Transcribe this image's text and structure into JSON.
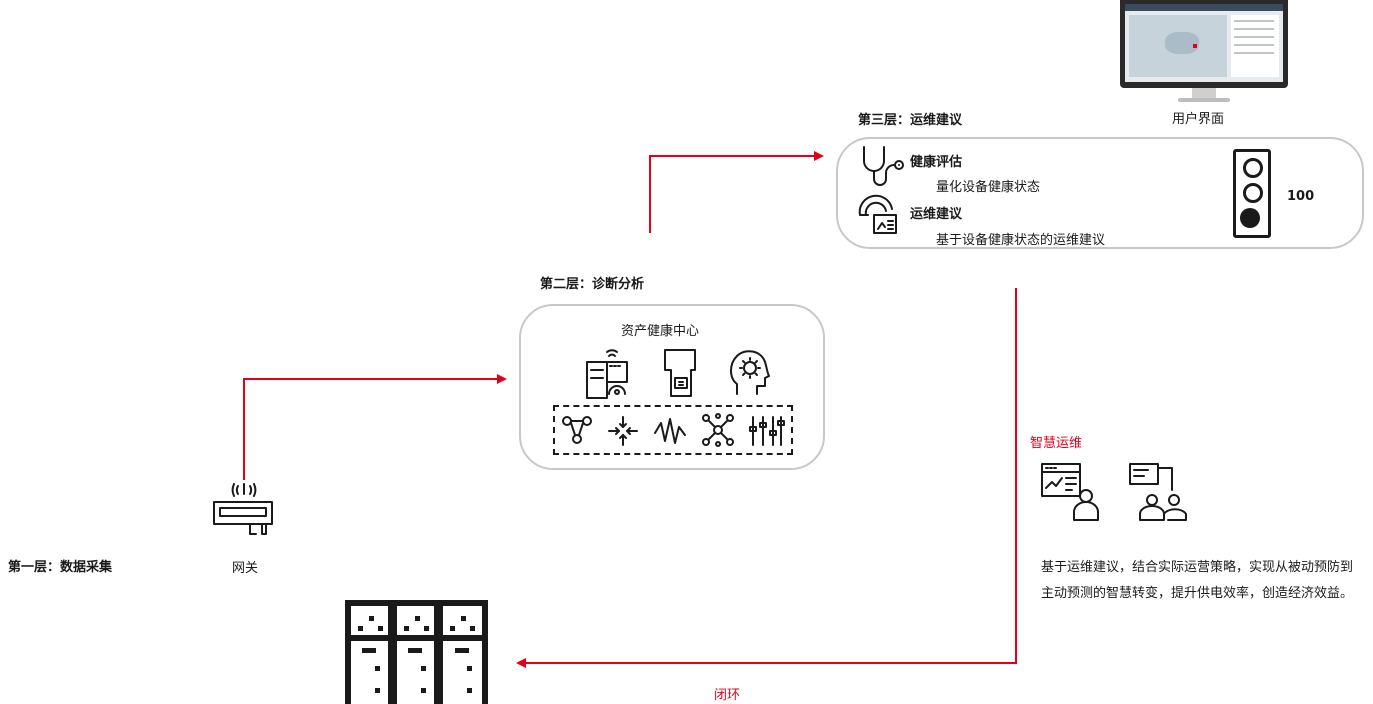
{
  "layer1": {
    "title": "第一层：数据采集",
    "gateway_label": "网关"
  },
  "layer2": {
    "title": "第二层：诊断分析",
    "center_title": "资产健康中心"
  },
  "layer3": {
    "title": "第三层：运维建议",
    "user_interface_label": "用户界面",
    "health_assessment": {
      "title": "健康评估",
      "desc": "量化设备健康状态"
    },
    "om_advice": {
      "title": "运维建议",
      "desc": "基于设备健康状态的运维建议"
    },
    "score": "100"
  },
  "smart_om": {
    "title": "智慧运维",
    "description": "基于运维建议，结合实际运营策略，实现从被动预防到主动预测的智慧转变，提升供电效率，创造经济效益。"
  },
  "closed_loop": "闭环",
  "colors": {
    "accent": "#e2001a",
    "border": "#c8c8c8",
    "text": "#1a1a1a"
  }
}
